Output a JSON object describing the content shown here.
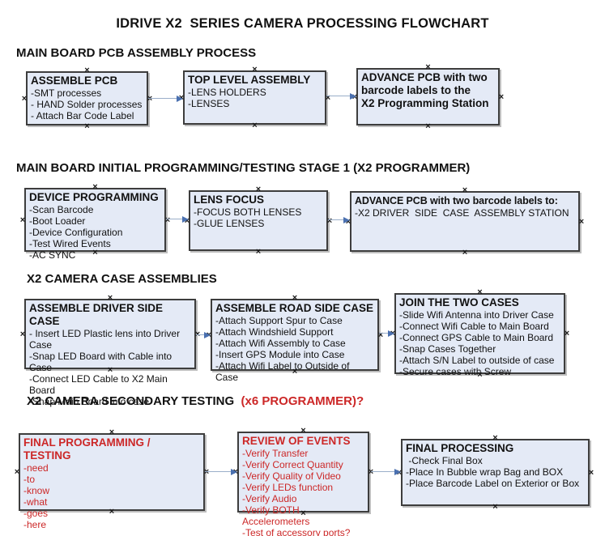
{
  "title": "IDRIVE X2  SERIES CAMERA PROCESSING FLOWCHART",
  "colors": {
    "box_fill": "#e4eaf6",
    "box_border": "#3d3d3d",
    "red_text": "#cc2727",
    "arrow_line": "#9aaec9",
    "arrow_head": "#4a70b0",
    "text": "#111111"
  },
  "sections": [
    {
      "heading": "MAIN BOARD PCB ASSEMBLY PROCESS",
      "boxes": [
        {
          "title": "ASSEMBLE PCB",
          "items": [
            "-SMT processes",
            "- HAND Solder processes",
            "- Attach Bar Code Label"
          ]
        },
        {
          "title": "TOP LEVEL ASSEMBLY",
          "items": [
            "-LENS HOLDERS",
            "-LENSES"
          ]
        },
        {
          "title": "ADVANCE PCB with two\nbarcode labels to the\n X2 Programming Station",
          "items": []
        }
      ]
    },
    {
      "heading": "MAIN BOARD INITIAL PROGRAMMING/TESTING STAGE 1 (X2 PROGRAMMER)",
      "boxes": [
        {
          "title": "DEVICE PROGRAMMING",
          "items": [
            "-Scan Barcode",
            "-Boot Loader",
            "-Device Configuration",
            "-Test Wired Events",
            "-AC SYNC"
          ]
        },
        {
          "title": "LENS FOCUS",
          "items": [
            "-FOCUS BOTH LENSES",
            "-GLUE LENSES"
          ]
        },
        {
          "title": "ADVANCE PCB with two barcode labels to:",
          "items": [
            "-X2 DRIVER  SIDE  CASE  ASSEMBLY STATION"
          ]
        }
      ]
    },
    {
      "heading": "X2 CAMERA CASE ASSEMBLIES",
      "boxes": [
        {
          "title": "ASSEMBLE DRIVER SIDE CASE",
          "items": [
            "- Insert LED Plastic lens into Driver Case",
            "-Snap LED Board with Cable into Case",
            "-Connect LED Cable to X2 Main Board",
            "-Snap Main Board into case"
          ]
        },
        {
          "title": "ASSEMBLE ROAD SIDE CASE",
          "items": [
            "-Attach Support Spur to Case",
            "-Attach Windshield Support",
            "-Attach Wifi Assembly to Case",
            "-Insert GPS Module into Case",
            "-Attach Wifi Label to Outside of Case"
          ]
        },
        {
          "title": "JOIN THE TWO CASES",
          "items": [
            "-Slide Wifi Antenna into Driver Case",
            "-Connect Wifi Cable to Main Board",
            "-Connect GPS Cable to Main Board",
            "-Snap Cases Together",
            "-Attach S/N Label to outside of case",
            "-Secure cases with Screw"
          ]
        }
      ]
    },
    {
      "heading": "X2 CAMERA SECONDARY TESTING  ",
      "heading_suffix": "(x6 PROGRAMMER)?",
      "boxes": [
        {
          "title": "FINAL PROGRAMMING / TESTING",
          "items": [
            "-need",
            "-to",
            "-know",
            "-what",
            "-goes",
            "-here"
          ]
        },
        {
          "title": "REVIEW OF EVENTS",
          "items": [
            "-Verify Transfer",
            "-Verify Correct Quantity",
            "-Verify Quality of Video",
            "-Verify LEDs function",
            "-Verify Audio",
            "-Verify BOTH Accelerometers",
            "-Test of accessory ports?"
          ]
        },
        {
          "title": "FINAL PROCESSING",
          "items": [
            " -Check Final Box",
            "-Place In Bubble wrap Bag and BOX",
            "-Place Barcode Label on Exterior or Box"
          ]
        }
      ]
    }
  ]
}
